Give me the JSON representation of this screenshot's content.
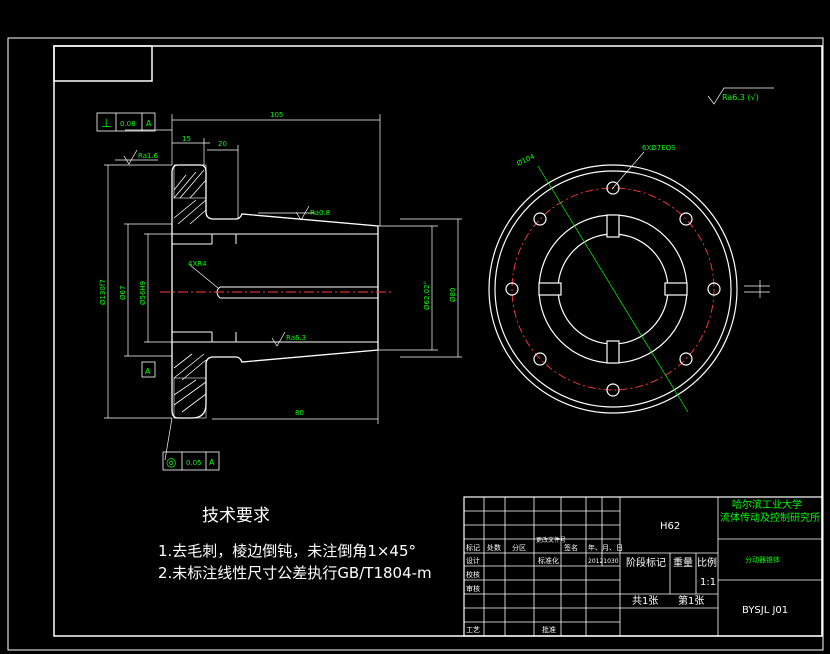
{
  "tech_requirements": {
    "title": "技术要求",
    "line1": "1.去毛刺，棱边倒钝，未注倒角1×45°",
    "line2": "2.未标注线性尺寸公差执行GB/T1804-m"
  },
  "dimensions": {
    "d105": "105",
    "d15": "15",
    "d20": "20",
    "d80": "80",
    "d4xr4": "4XR4",
    "ra16": "Ra1.6",
    "ra08": "Ra0.8",
    "ra63": "Ra6.3",
    "ra63_global": "Ra6.3 (√)",
    "dia130": "Ø130f7",
    "dia67": "Ø67",
    "dia56": "Ø56H9",
    "dia_taper": "Ø62.02°",
    "dia80": "Ø80",
    "dia104": "Ø104",
    "holes": "6XØ7EQS",
    "datum_a": "A"
  },
  "tolerances": {
    "perp_symbol": "⊥",
    "perp_value": "0.08",
    "perp_datum": "A",
    "conc_symbol": "◎",
    "conc_value": "0.05",
    "conc_datum": "A"
  },
  "title_block": {
    "university": "哈尔滨工业大学",
    "institute": "流体传动及控制研究所",
    "part_name": "分动器锥体",
    "material": "H62",
    "drawing_no": "BYSJL J01",
    "scale": "1:1",
    "sheets": "共1张",
    "sheet": "第1张",
    "stage_label": "阶段标记",
    "weight_label": "重量",
    "scale_label": "比例",
    "rows": {
      "mark": "标记",
      "count": "处数",
      "zone": "分区",
      "doc": "更改文件号",
      "sign": "签名",
      "date": "年、月、日",
      "design": "设计",
      "standard": "标准化",
      "date_value": "20121030",
      "check": "校核",
      "review": "审核",
      "process": "工艺",
      "approve": "批准"
    }
  }
}
